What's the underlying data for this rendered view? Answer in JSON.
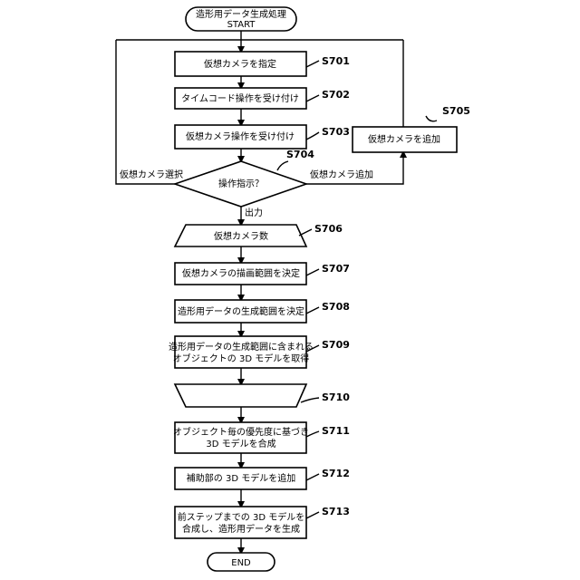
{
  "start": {
    "title": "造形用データ生成処理",
    "sub": "START"
  },
  "end": "END",
  "steps": {
    "s701": {
      "id": "S701",
      "text": "仮想カメラを指定"
    },
    "s702": {
      "id": "S702",
      "text": "タイムコード操作を受け付け"
    },
    "s703": {
      "id": "S703",
      "text": "仮想カメラ操作を受け付け"
    },
    "s704": {
      "id": "S704",
      "text": "操作指示？"
    },
    "s705": {
      "id": "S705",
      "text": "仮想カメラを追加"
    },
    "s706": {
      "id": "S706",
      "text": "仮想カメラ数"
    },
    "s707": {
      "id": "S707",
      "text": "仮想カメラの描画範囲を決定"
    },
    "s708": {
      "id": "S708",
      "text": "造形用データの生成範囲を決定"
    },
    "s709": {
      "id": "S709",
      "line1": "造形用データの生成範囲に含まれる",
      "line2": "オブジェクトの 3D モデルを取得"
    },
    "s710": {
      "id": "S710"
    },
    "s711": {
      "id": "S711",
      "line1": "オブジェクト毎の優先度に基づき",
      "line2": "3D モデルを合成"
    },
    "s712": {
      "id": "S712",
      "text": "補助部の 3D モデルを追加"
    },
    "s713": {
      "id": "S713",
      "line1": "前ステップまでの 3D モデルを",
      "line2": "合成し、造形用データを生成"
    }
  },
  "branches": {
    "select": "仮想カメラ選択",
    "add": "仮想カメラ追加",
    "output": "出力"
  }
}
